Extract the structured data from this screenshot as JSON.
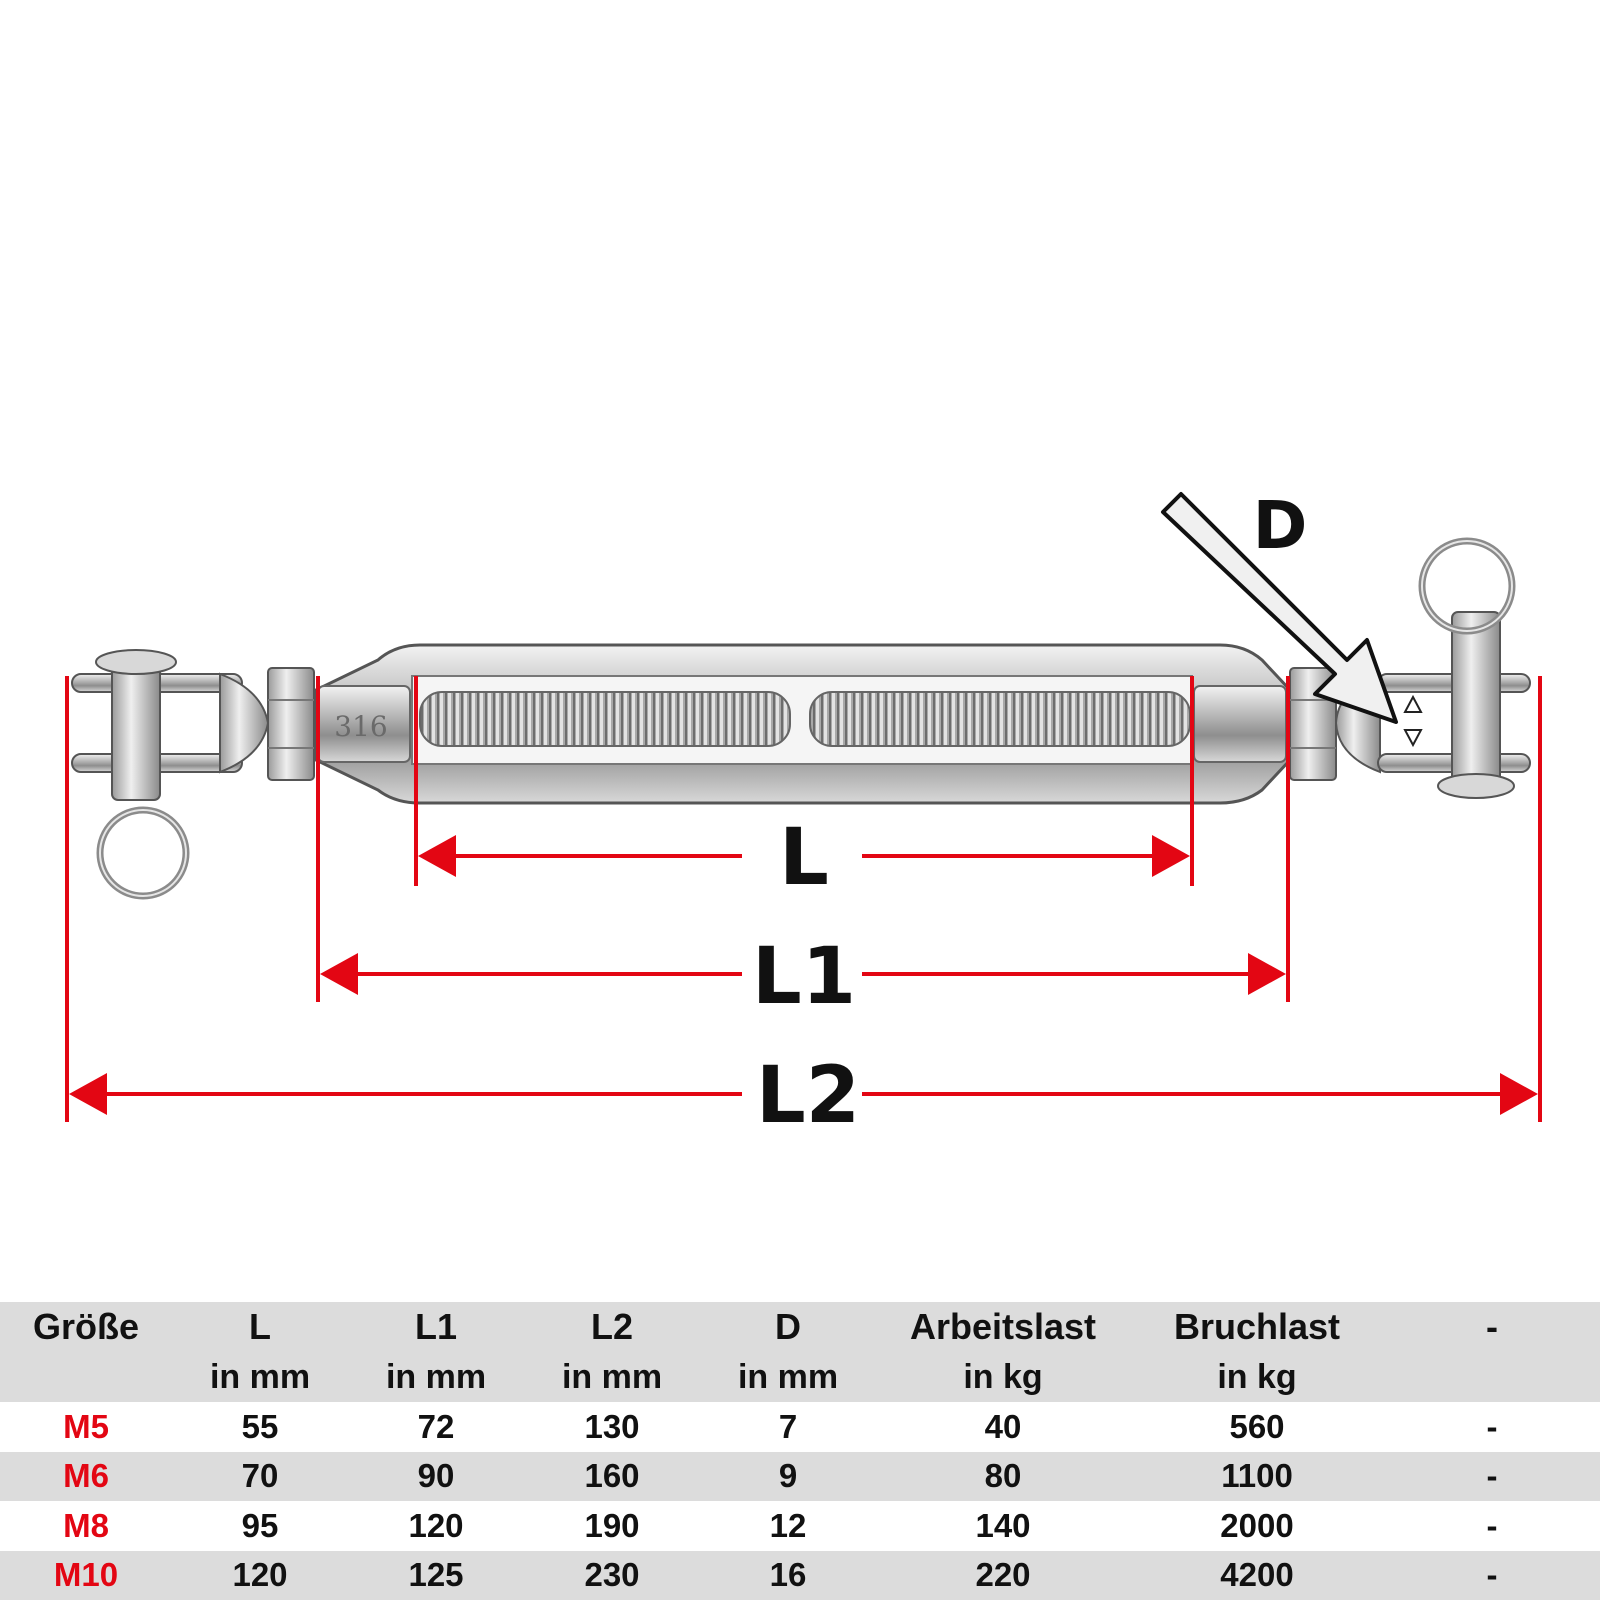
{
  "diagram": {
    "stamp": "316",
    "labels": {
      "L": "L",
      "L1": "L1",
      "L2": "L2",
      "D": "D"
    },
    "colors": {
      "dimension": "#e30613",
      "label": "#111111"
    }
  },
  "table": {
    "headers": [
      {
        "top": "Größe",
        "bottom": ""
      },
      {
        "top": "L",
        "bottom": "in mm"
      },
      {
        "top": "L1",
        "bottom": "in mm"
      },
      {
        "top": "L2",
        "bottom": "in mm"
      },
      {
        "top": "D",
        "bottom": "in mm"
      },
      {
        "top": "Arbeitslast",
        "bottom": "in kg"
      },
      {
        "top": "Bruchlast",
        "bottom": "in kg"
      },
      {
        "top": "-",
        "bottom": ""
      }
    ],
    "rows": [
      [
        "M5",
        "55",
        "72",
        "130",
        "7",
        "40",
        "560",
        "-"
      ],
      [
        "M6",
        "70",
        "90",
        "160",
        "9",
        "80",
        "1100",
        "-"
      ],
      [
        "M8",
        "95",
        "120",
        "190",
        "12",
        "140",
        "2000",
        "-"
      ],
      [
        "M10",
        "120",
        "125",
        "230",
        "16",
        "220",
        "4200",
        "-"
      ]
    ],
    "colors": {
      "header_bg": "#dcdcdc",
      "size_text": "#e30613"
    }
  }
}
